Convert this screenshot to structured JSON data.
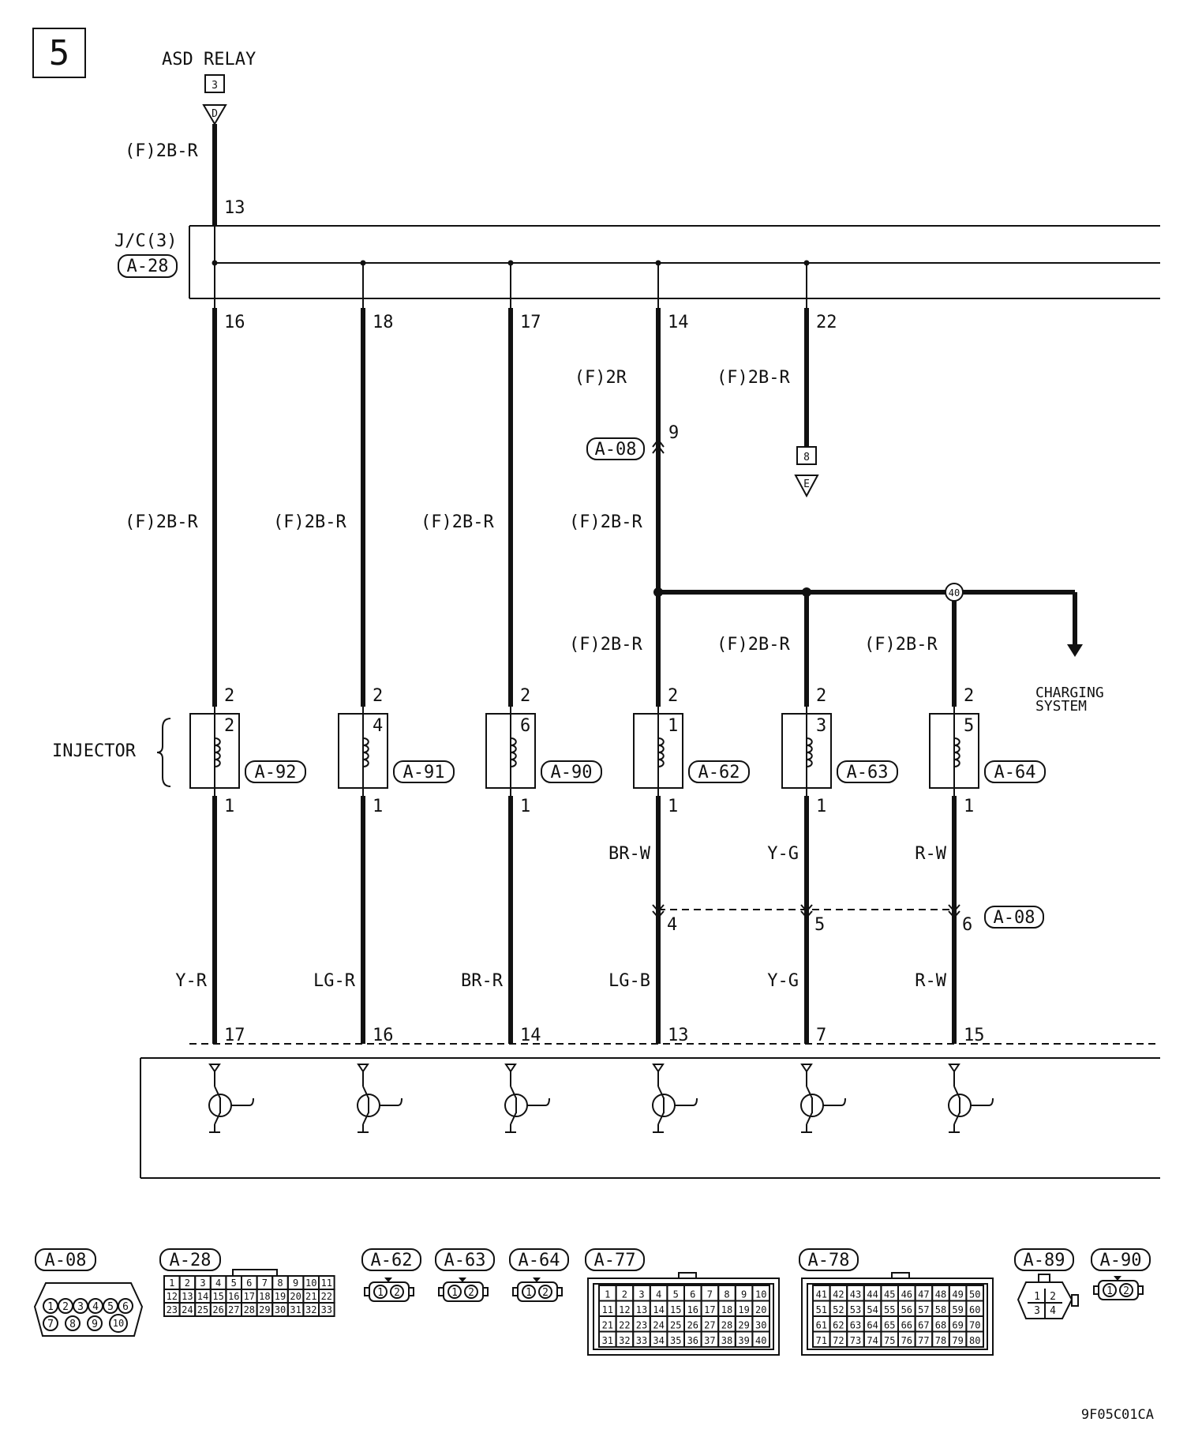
{
  "page_number": "5",
  "asd_relay": {
    "title": "ASD RELAY",
    "connector_num": "3",
    "terminal_letter": "D",
    "wire": "(F)2B-R",
    "jc_pin": "13"
  },
  "junction": {
    "label": "J/C(3)",
    "connector": "A-28"
  },
  "jc_outputs": [
    {
      "pin": "16",
      "wire": "(F)2B-R"
    },
    {
      "pin": "18",
      "wire": "(F)2B-R"
    },
    {
      "pin": "17",
      "wire": "(F)2B-R"
    },
    {
      "pin": "14",
      "wire_top": "(F)2R",
      "wire_bottom": "(F)2B-R",
      "mid_connector": "A-08",
      "mid_pin": "9"
    },
    {
      "pin": "22",
      "wire": "(F)2B-R",
      "to_connector_num": "8",
      "to_terminal_letter": "E"
    }
  ],
  "splice": {
    "number": "40",
    "to_label_line1": "CHARGING",
    "to_label_line2": "SYSTEM"
  },
  "injector_group_label": "INJECTOR",
  "injectors": [
    {
      "number": "2",
      "connector": "A-92",
      "pin_in": "2",
      "pin_out": "1",
      "wire_in": "",
      "wire_out": "Y-R",
      "ecm_pin": "17"
    },
    {
      "number": "4",
      "connector": "A-91",
      "pin_in": "2",
      "pin_out": "1",
      "wire_in": "",
      "wire_out": "LG-R",
      "ecm_pin": "16"
    },
    {
      "number": "6",
      "connector": "A-90",
      "pin_in": "2",
      "pin_out": "1",
      "wire_in": "",
      "wire_out": "BR-R",
      "ecm_pin": "14"
    },
    {
      "number": "1",
      "connector": "A-62",
      "pin_in": "2",
      "pin_out": "1",
      "wire_in": "(F)2B-R",
      "wire_out_upper": "BR-W",
      "mid_pin": "4",
      "wire_out": "LG-B",
      "ecm_pin": "13"
    },
    {
      "number": "3",
      "connector": "A-63",
      "pin_in": "2",
      "pin_out": "1",
      "wire_in": "(F)2B-R",
      "wire_out_upper": "Y-G",
      "mid_pin": "5",
      "wire_out": "Y-G",
      "ecm_pin": "7"
    },
    {
      "number": "5",
      "connector": "A-64",
      "pin_in": "2",
      "pin_out": "1",
      "wire_in": "(F)2B-R",
      "wire_out_upper": "R-W",
      "mid_pin": "6",
      "wire_out": "R-W",
      "ecm_pin": "15"
    }
  ],
  "intermediate_connector": "A-08",
  "connector_views": {
    "A-08": {
      "label": "A-08",
      "row1": [
        "1",
        "2",
        "3",
        "4",
        "5",
        "6"
      ],
      "row2": [
        "7",
        "8",
        "9",
        "10"
      ]
    },
    "A-28": {
      "label": "A-28",
      "rows": [
        [
          "1",
          "2",
          "3",
          "4",
          "5",
          "6",
          "7",
          "8",
          "9",
          "10",
          "11"
        ],
        [
          "12",
          "13",
          "14",
          "15",
          "16",
          "17",
          "18",
          "19",
          "20",
          "21",
          "22"
        ],
        [
          "23",
          "24",
          "25",
          "26",
          "27",
          "28",
          "29",
          "30",
          "31",
          "32",
          "33"
        ]
      ]
    },
    "A-62": {
      "label": "A-62",
      "pins": [
        "1",
        "2"
      ]
    },
    "A-63": {
      "label": "A-63",
      "pins": [
        "1",
        "2"
      ]
    },
    "A-64": {
      "label": "A-64",
      "pins": [
        "1",
        "2"
      ]
    },
    "A-77": {
      "label": "A-77",
      "rows": [
        [
          "1",
          "2",
          "3",
          "4",
          "5",
          "6",
          "7",
          "8",
          "9",
          "10"
        ],
        [
          "11",
          "12",
          "13",
          "14",
          "15",
          "16",
          "17",
          "18",
          "19",
          "20"
        ],
        [
          "21",
          "22",
          "23",
          "24",
          "25",
          "26",
          "27",
          "28",
          "29",
          "30"
        ],
        [
          "31",
          "32",
          "33",
          "34",
          "35",
          "36",
          "37",
          "38",
          "39",
          "40"
        ]
      ]
    },
    "A-78": {
      "label": "A-78",
      "rows": [
        [
          "41",
          "42",
          "43",
          "44",
          "45",
          "46",
          "47",
          "48",
          "49",
          "50"
        ],
        [
          "51",
          "52",
          "53",
          "54",
          "55",
          "56",
          "57",
          "58",
          "59",
          "60"
        ],
        [
          "61",
          "62",
          "63",
          "64",
          "65",
          "66",
          "67",
          "68",
          "69",
          "70"
        ],
        [
          "71",
          "72",
          "73",
          "74",
          "75",
          "76",
          "77",
          "78",
          "79",
          "80"
        ]
      ]
    },
    "A-89": {
      "label": "A-89",
      "pins": [
        "1",
        "2",
        "3",
        "4"
      ]
    },
    "A-90": {
      "label": "A-90",
      "pins": [
        "1",
        "2"
      ]
    }
  },
  "figure_code": "9F05C01CA"
}
